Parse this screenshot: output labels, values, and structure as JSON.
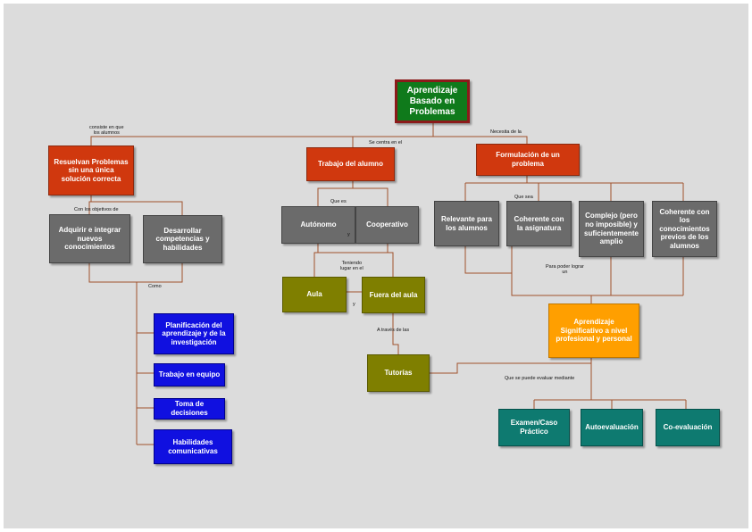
{
  "colors": {
    "root": "#0f7a1b",
    "red": "#d0380e",
    "gray": "#6b6b6b",
    "olive": "#7f7f00",
    "blue": "#1010e0",
    "orange": "#ff9f00",
    "teal": "#0e7a70",
    "connector": "#a0522d"
  },
  "nodes": {
    "root": "Aprendizaje Basado en Problemas",
    "resuelvan": "Resuelvan Problemas sin una única solución correcta",
    "trabajo": "Trabajo del alumno",
    "formulacion": "Formulación de un problema",
    "adquirir": "Adquirir e integrar nuevos conocimientos",
    "desarrollar": "Desarrollar competencias y habilidades",
    "autonomo": "Autónomo",
    "cooperativo": "Cooperativo",
    "relevante": "Relevante para los alumnos",
    "coherente_asig": "Coherente con la asignatura",
    "complejo": "Complejo  (pero no imposible) y suficientemente amplio",
    "coherente_con": "Coherente con los conocimientos previos de los alumnos",
    "aula": "Aula",
    "fuera": "Fuera del aula",
    "planificacion": "Planificación del aprendizaje y de la investigación",
    "equipo": "Trabajo en equipo",
    "decisiones": "Toma de decisiones",
    "habilidades": "Habilidades comunicativas",
    "significativo": "Aprendizaje Significativo a nivel profesional y personal",
    "tutorias": "Tutorías",
    "examen": "Examen/Caso Práctico",
    "autoevaluacion": "Autoevaluación",
    "coevaluacion": "Co-evaluación"
  },
  "labels": {
    "consiste": "consiste en que\nlos alumnos",
    "centra": "Se centra en el",
    "necesita": "Necesita de la",
    "objetivos": "Con los objetivos de",
    "que_es": "Que es",
    "que_sea": "Que sea",
    "y1": "y",
    "teniendo": "Teniendo\nlugar en el",
    "para_poder": "Para poder lograr\nun",
    "como": "Como",
    "y2": "y",
    "traves": "A través de las",
    "evaluar": "Que se puede evaluar mediante"
  }
}
